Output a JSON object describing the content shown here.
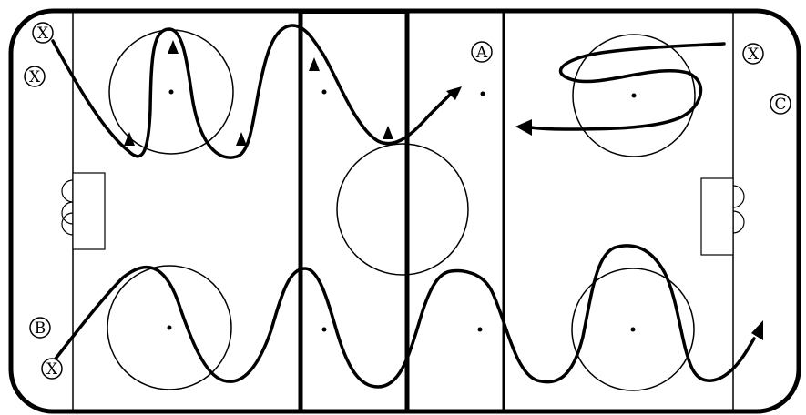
{
  "markers": [
    {
      "id": "x-top-left",
      "label": "X"
    },
    {
      "id": "x-left",
      "label": "X"
    },
    {
      "id": "a",
      "label": "A"
    },
    {
      "id": "x-top-right",
      "label": "X"
    },
    {
      "id": "c",
      "label": "C"
    },
    {
      "id": "b",
      "label": "B"
    },
    {
      "id": "x-bottom-left",
      "label": "X"
    }
  ],
  "colors": {
    "ink": "#000000",
    "ice": "#ffffff"
  }
}
